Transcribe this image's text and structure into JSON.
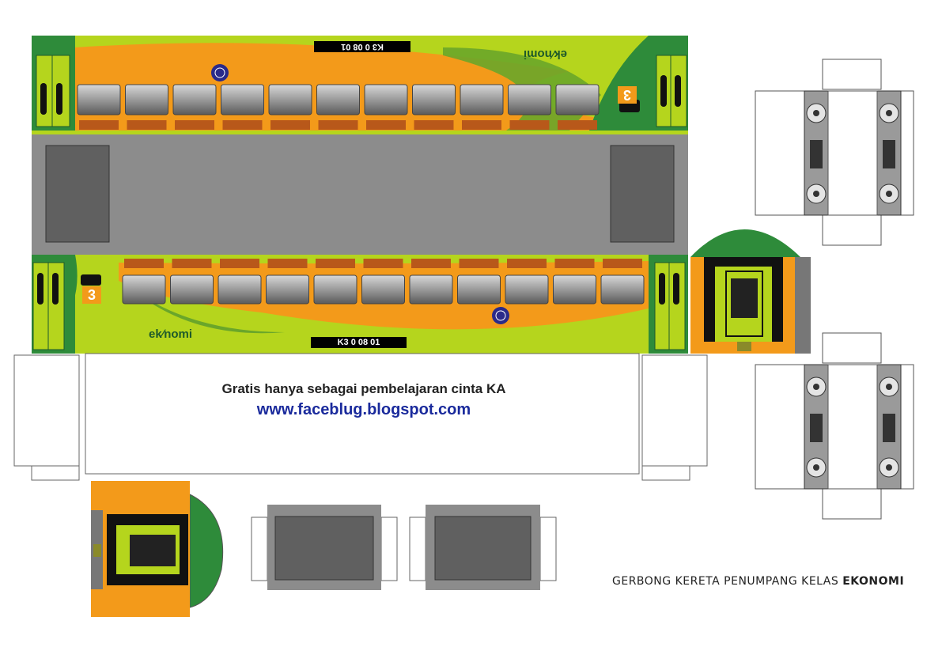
{
  "sheet": {
    "credit_text": "Gratis hanya sebagai pembelajaran cinta KA",
    "credit_url": "www.faceblug.blogspot.com",
    "caption_prefix": "GERBONG KERETA PENUMPANG KELAS ",
    "caption_emphasis": "EKONOMI"
  },
  "car": {
    "plate_top": "K3 0 08 01",
    "plate_bottom": "K3 0 08 01",
    "brand_top": "ek∕nomi",
    "brand_bottom": "ek∕nomi",
    "class_number_top": "3",
    "class_number_bottom": "3"
  },
  "colors": {
    "lime": "#b5d51d",
    "orange": "#f39a1a",
    "dark_green": "#2e8b3a",
    "roof_gray": "#8c8c8c",
    "panel_gray": "#606060",
    "window_brown": "#b8581a",
    "url_blue": "#1a2a9c"
  }
}
